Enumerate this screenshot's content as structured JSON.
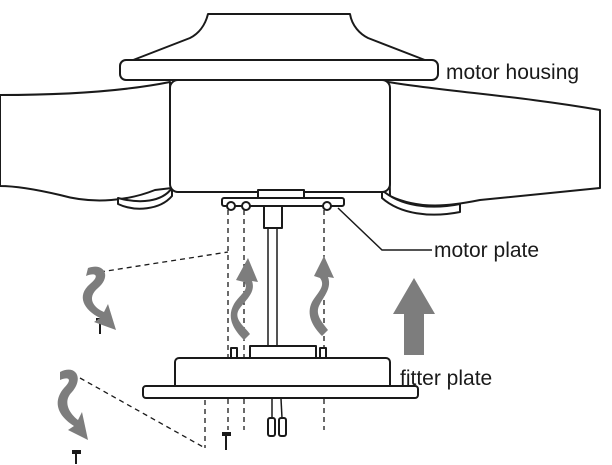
{
  "diagram": {
    "labels": {
      "motor_housing": "motor housing",
      "motor_plate": "motor plate",
      "fitter_plate": "fitter plate"
    },
    "colors": {
      "line": "#1a1a1a",
      "arrow_fill": "#7d7d7d",
      "background": "#ffffff"
    },
    "icons": [
      "twist-arrow-icon",
      "up-arrow-icon",
      "screw-icon"
    ]
  }
}
